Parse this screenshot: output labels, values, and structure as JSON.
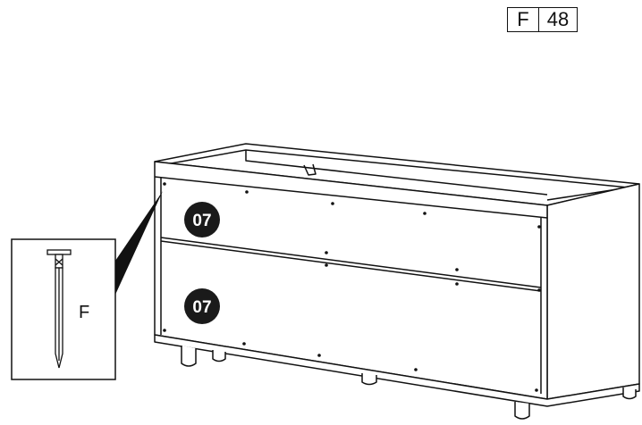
{
  "part_count_box": {
    "letter": "F",
    "quantity": "48"
  },
  "detail_callout": {
    "label": "F",
    "icon": "nail-icon"
  },
  "panel_labels": {
    "upper": "07",
    "lower": "07"
  },
  "colors": {
    "line": "#111111",
    "badge": "#1a1a1a",
    "badge_text": "#ffffff",
    "background": "#ffffff"
  }
}
